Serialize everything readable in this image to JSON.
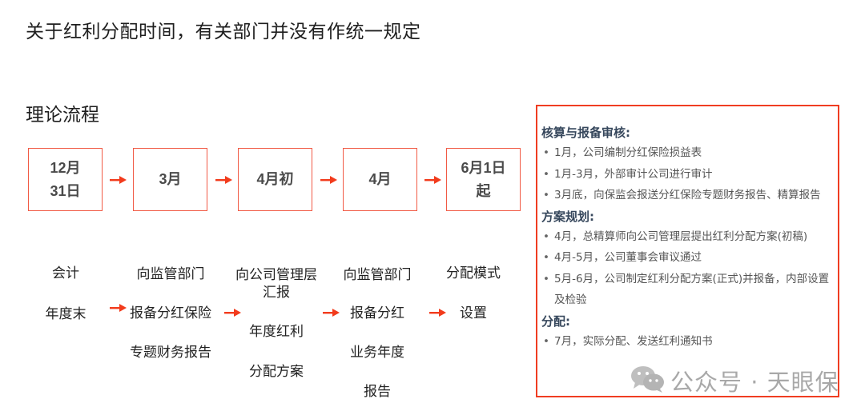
{
  "header": {
    "title": "关于红利分配时间，有关部门并没有作统一规定"
  },
  "section": {
    "title": "理论流程"
  },
  "flow": {
    "accent_color": "#f15a45",
    "steps": [
      {
        "box_line1": "12月",
        "box_line2": "31日"
      },
      {
        "box_line1": "3月",
        "box_line2": ""
      },
      {
        "box_line1": "4月初",
        "box_line2": ""
      },
      {
        "box_line1": "4月",
        "box_line2": ""
      },
      {
        "box_line1": "6月1日",
        "box_line2": "起"
      }
    ],
    "descriptions": [
      {
        "lines": [
          "会计",
          "年度末"
        ]
      },
      {
        "lines": [
          "向监管部门",
          "报备分红保险",
          "专题财务报告"
        ]
      },
      {
        "lines": [
          "向公司管理层",
          "汇报",
          "年度红利",
          "分配方案"
        ]
      },
      {
        "lines": [
          "向监管部门",
          "报备分红",
          "业务年度",
          "报告"
        ]
      },
      {
        "lines": [
          "分配模式",
          "设置"
        ]
      }
    ]
  },
  "panel": {
    "border_color": "#f03d22",
    "groups": [
      {
        "heading": "核算与报备审核:",
        "items": [
          "1月，公司编制分红保险损益表",
          "1月-3月，外部审计公司进行审计",
          "3月底，向保监会报送分红保险专题财务报告、精算报告"
        ]
      },
      {
        "heading": "方案规划:",
        "items": [
          "4月，总精算师向公司管理层提出红利分配方案(初稿)",
          "4月-5月，公司董事会审议通过",
          "5月-6月，公司制定红利分配方案(正式)并报备，内部设置及检验"
        ]
      },
      {
        "heading": "分配:",
        "items": [
          "7月，实际分配、发送红利通知书"
        ]
      }
    ]
  },
  "watermark": {
    "icon": "wechat-icon",
    "text": "公众号 · 天眼保"
  }
}
